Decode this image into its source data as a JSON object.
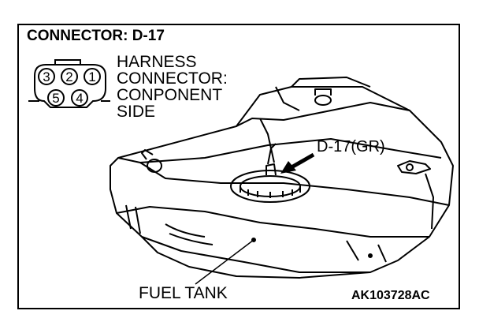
{
  "title": "CONNECTOR: D-17",
  "connector_pins": [
    "3",
    "2",
    "1",
    "5",
    "4"
  ],
  "harness_label_lines": [
    "HARNESS",
    "CONNECTOR:",
    "CONPONENT",
    "SIDE"
  ],
  "callout_label": "D-17(GR)",
  "tank_label": "FUEL TANK",
  "figure_id": "AK103728AC"
}
